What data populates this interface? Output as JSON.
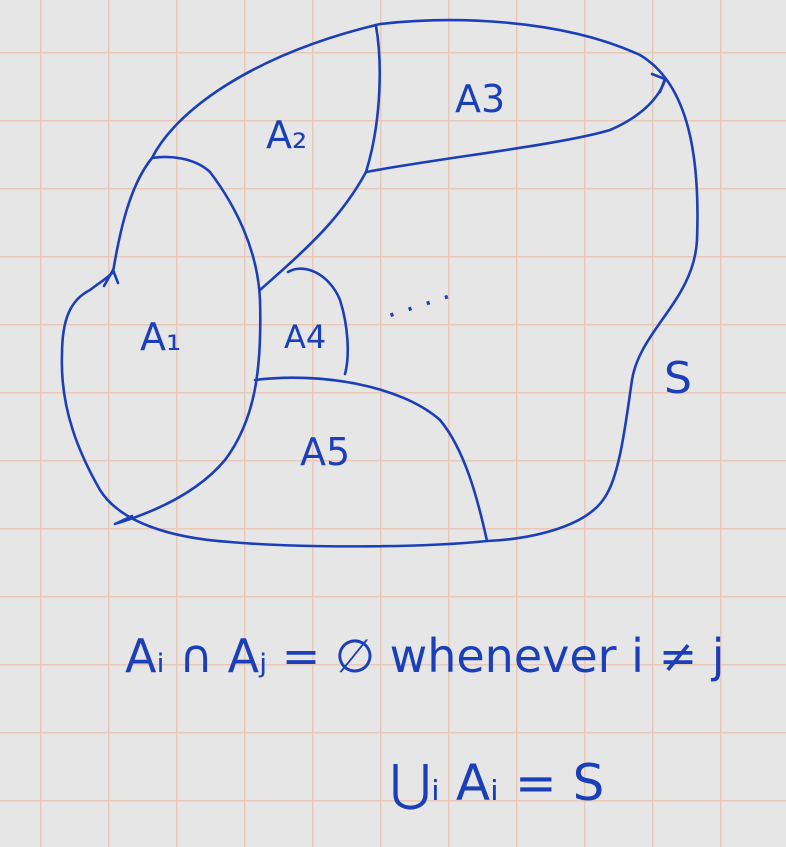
{
  "ink_color": "#1b3fb8",
  "grid_color": "#e8c9b8",
  "background_color": "#e6e6e6",
  "diagram": {
    "region_labels": {
      "a1": "A₁",
      "a2": "A₂",
      "a3": "A3",
      "a4": "A4",
      "a5": "A5"
    },
    "ellipsis": ". . . .",
    "set_label": "S"
  },
  "equations": {
    "disjoint": "Aᵢ ∩ Aⱼ = ∅  whenever i ≠ j",
    "union": "⋃ᵢ Aᵢ = S"
  }
}
